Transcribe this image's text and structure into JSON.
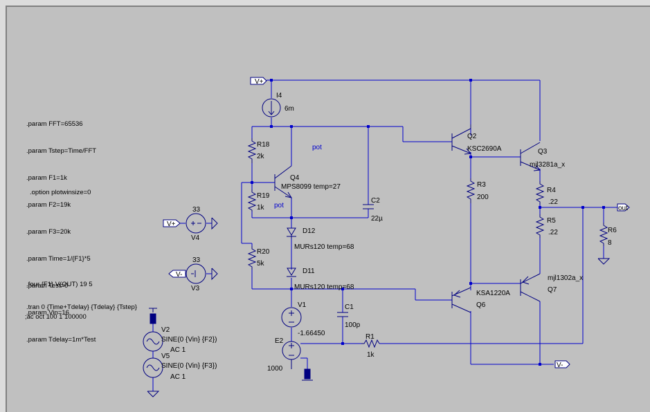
{
  "directives": {
    "params": [
      ".param FFT=65536",
      ".param Tstep=Time/FFT",
      ".param F1=1k",
      ".param F2=19k",
      ".param F3=20k",
      ".param Time=1/{F1}*5",
      ".param Test=0",
      ".param Vin=16",
      ".param Tdelay=1m*Test"
    ],
    "option": ".option plotwinsize=0",
    "four": ".four {F1} V(OUT) 19 5",
    "tran": ".tran 0 {Time+Tdelay} {Tdelay} {Tstep}",
    "ac": ";ac oct 100 1 100000"
  },
  "ports": {
    "vplus": "V+",
    "vminus": "V-",
    "out": "out"
  },
  "components": {
    "I4": {
      "name": "I4",
      "value": "6m"
    },
    "R18": {
      "name": "R18",
      "value": "2k"
    },
    "R19": {
      "name": "R19",
      "value": "1k"
    },
    "R20": {
      "name": "R20",
      "value": "5k"
    },
    "Q4": {
      "name": "Q4",
      "value": "MPS8099 temp=27"
    },
    "C2": {
      "name": "C2",
      "value": "22µ"
    },
    "D12": {
      "name": "D12",
      "value": "MURs120 temp=68"
    },
    "D11": {
      "name": "D11",
      "value": "MURs120 temp=68"
    },
    "pot1": "pot",
    "pot2": "pot",
    "Q2": {
      "name": "Q2",
      "value": "KSC2690A"
    },
    "Q3": {
      "name": "Q3",
      "value": "mjl3281a_x"
    },
    "R3": {
      "name": "R3",
      "value": "200"
    },
    "R4": {
      "name": "R4",
      "value": ".22"
    },
    "R5": {
      "name": "R5",
      "value": ".22"
    },
    "R6": {
      "name": "R6",
      "value": "8"
    },
    "Q6": {
      "name": "Q6",
      "value": "KSA1220A"
    },
    "Q7": {
      "name": "Q7",
      "value": "mjl1302a_x"
    },
    "V1": {
      "name": "V1",
      "value": "-1.66450"
    },
    "C1": {
      "name": "C1",
      "value": "100p"
    },
    "R1": {
      "name": "R1",
      "value": "1k"
    },
    "E2": {
      "name": "E2",
      "value": "1000"
    },
    "V4": {
      "name": "V4",
      "value": "33"
    },
    "V3": {
      "name": "V3",
      "value": "33"
    },
    "V2": {
      "name": "V2",
      "value": "SINE(0 {Vin} {F2})",
      "ac": "AC 1"
    },
    "V5": {
      "name": "V5",
      "value": "SINE(0 {Vin} {F3})",
      "ac": "AC 1"
    }
  },
  "colors": {
    "wire": "#0000cc",
    "symbol": "#000080",
    "background": "#c0c0c0",
    "text": "#000000"
  }
}
